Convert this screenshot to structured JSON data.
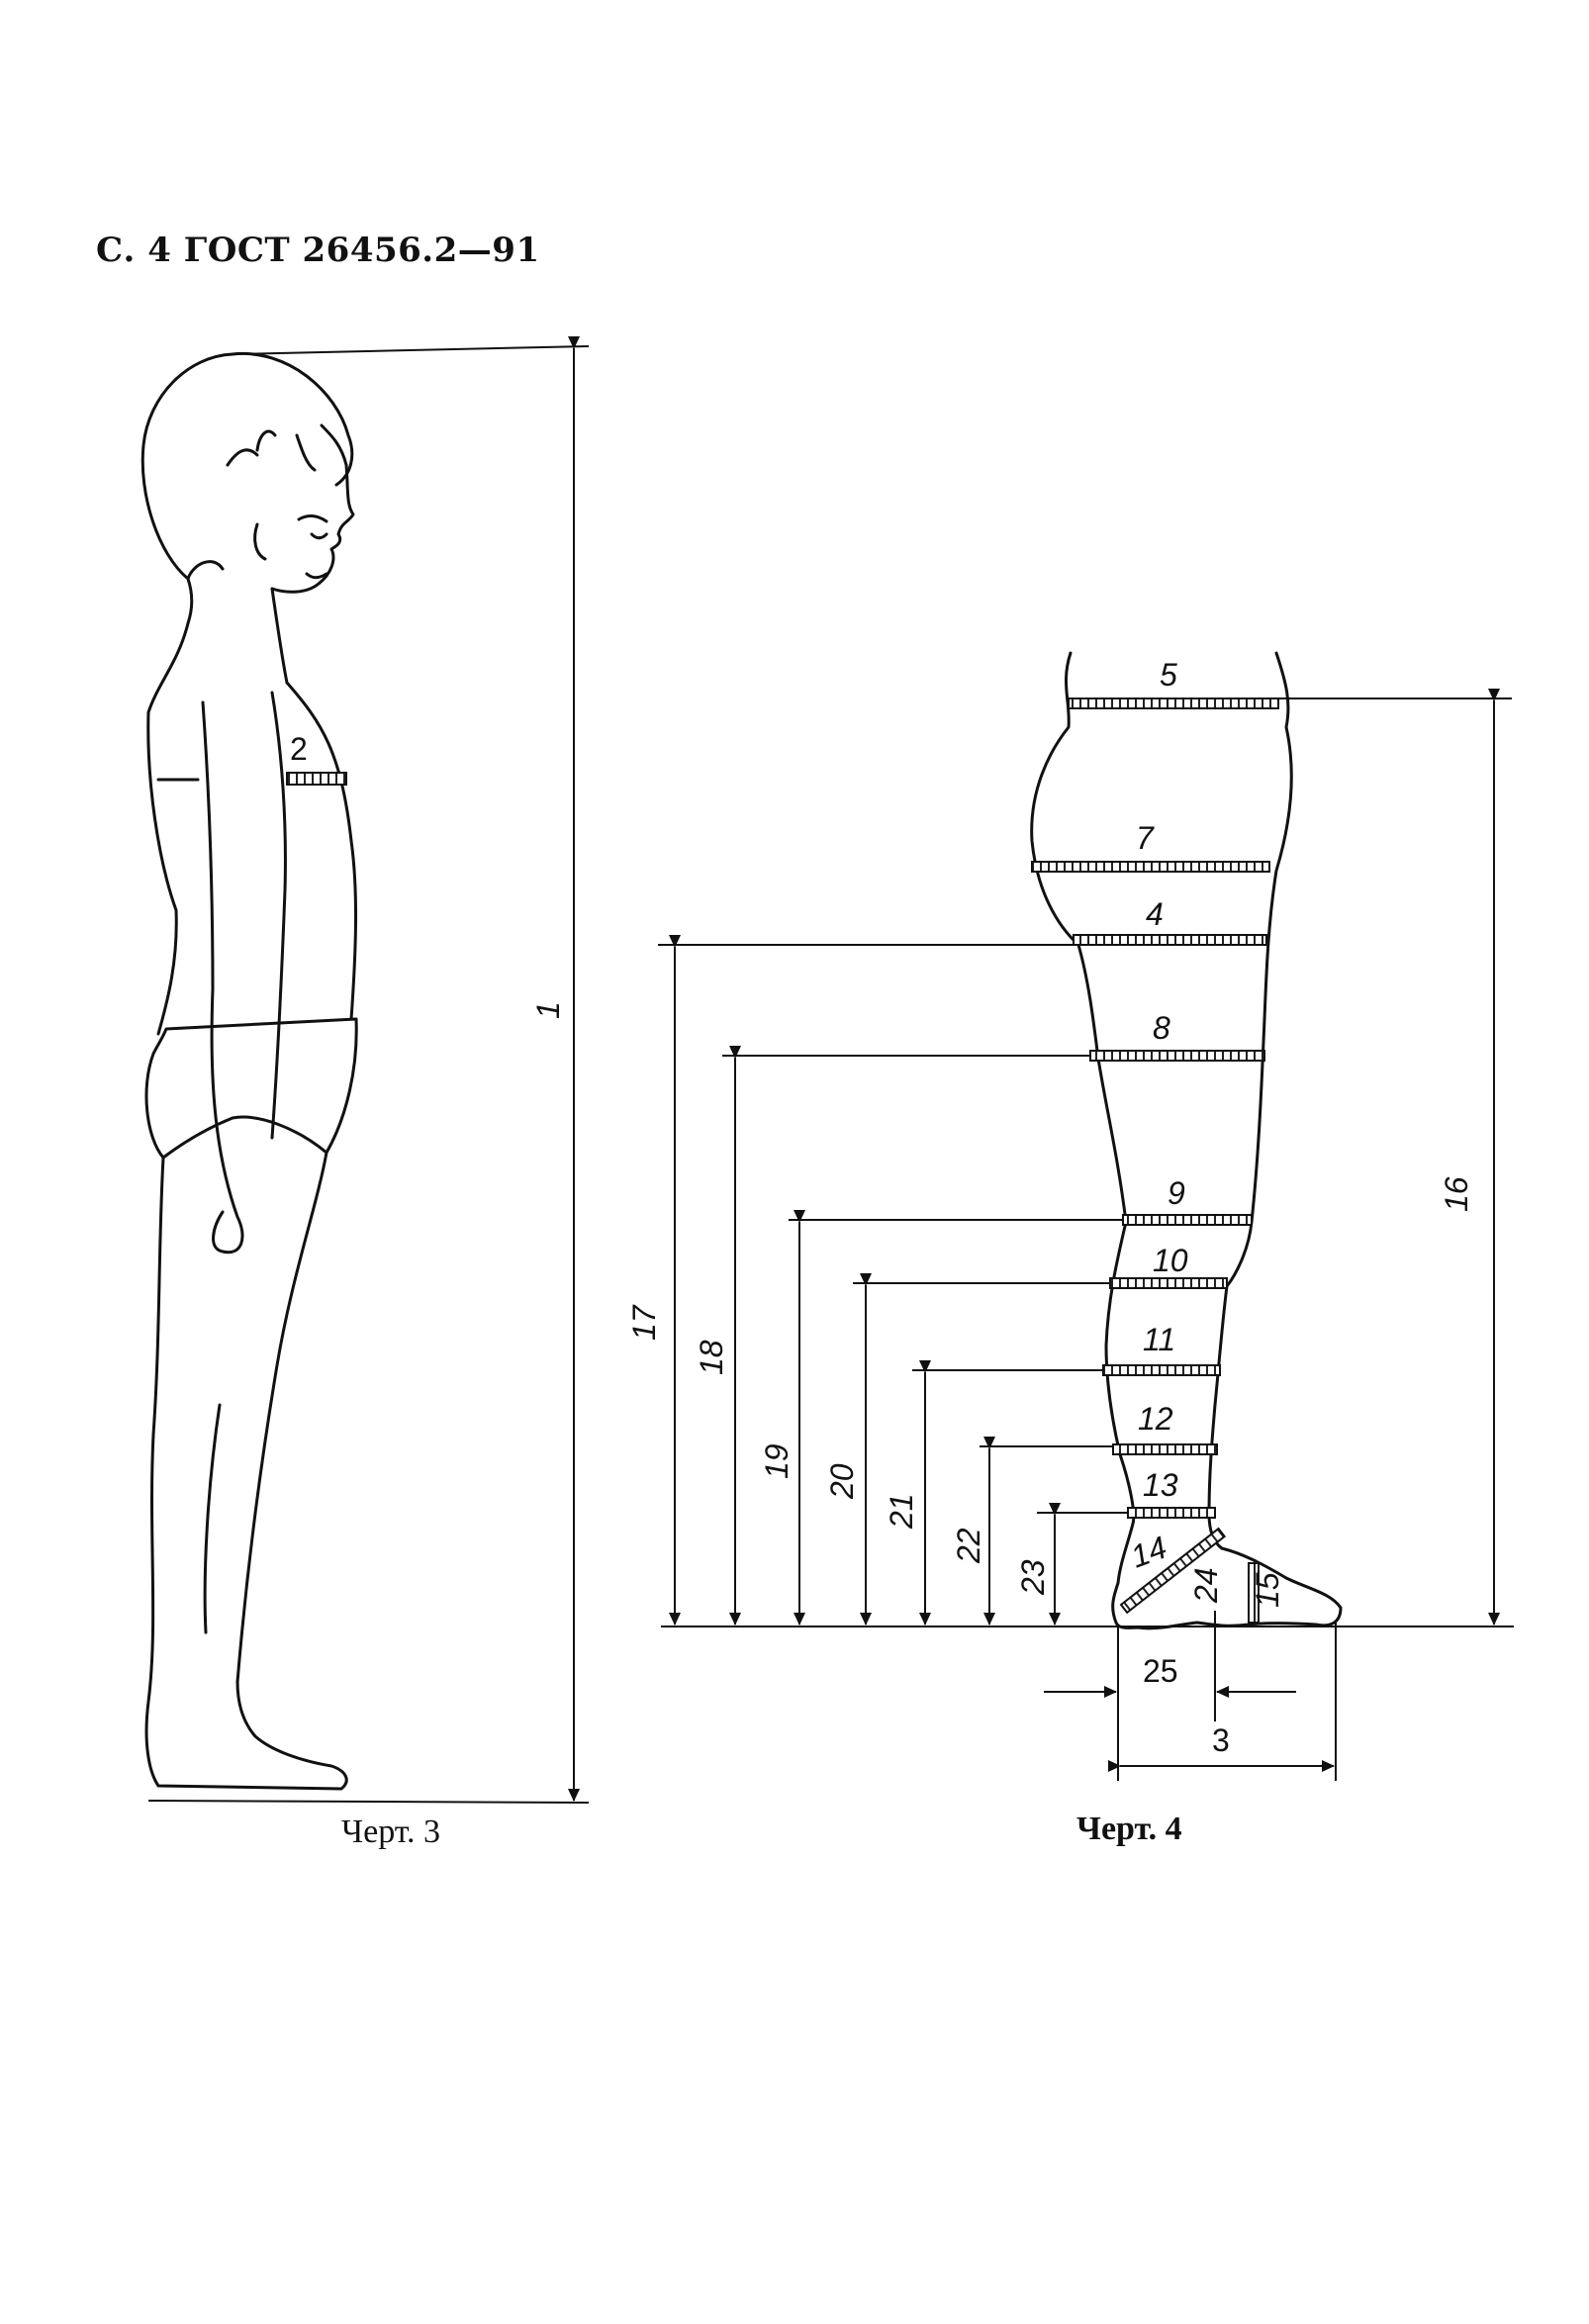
{
  "header": {
    "text": "С. 4 ГОСТ 26456.2—91"
  },
  "captions": {
    "figure3": "Черт. 3",
    "figure4": "Черт. 4"
  },
  "labels": {
    "l1": "1",
    "l2": "2",
    "l3": "3",
    "l4": "4",
    "l5": "5",
    "l7": "7",
    "l8": "8",
    "l9": "9",
    "l10": "10",
    "l11": "11",
    "l12": "12",
    "l13": "13",
    "l14": "14",
    "l15": "15",
    "l16": "16",
    "l17": "17",
    "l18": "18",
    "l19": "19",
    "l20": "20",
    "l21": "21",
    "l22": "22",
    "l23": "23",
    "l24": "24",
    "l25": "25"
  }
}
